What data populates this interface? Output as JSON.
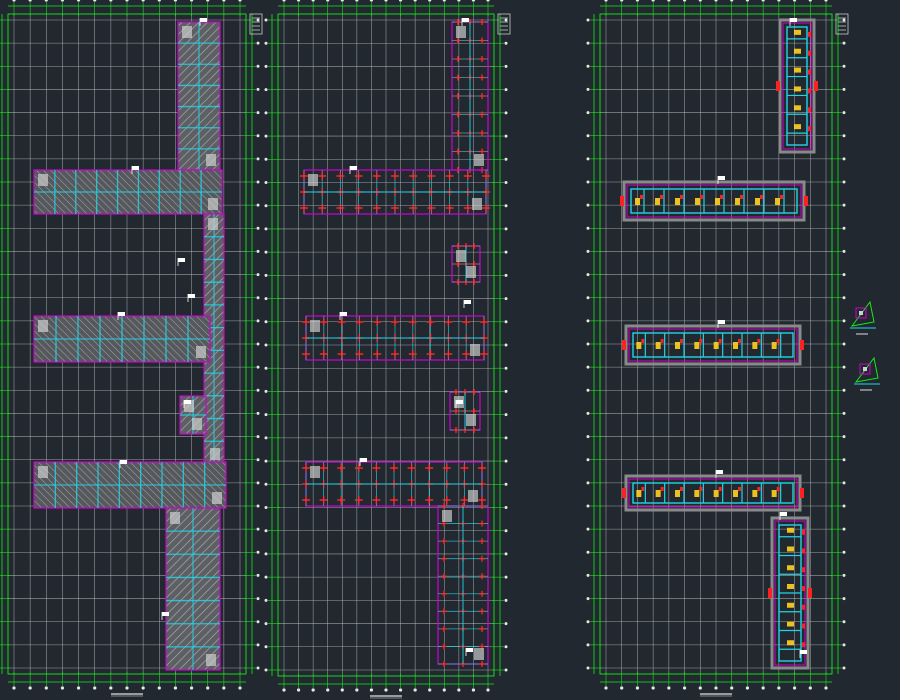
{
  "drawing": {
    "background": "#212830",
    "colors": {
      "axis": "#19e619",
      "axis_bubble": "#e8e8e8",
      "grid": "#c8c8c8",
      "wall": "#d000d0",
      "beam": "#22d3e6",
      "hatch": "#b4b4b4",
      "column": "#ff3030",
      "text_mark": "#ffffff",
      "tag_red": "#ff2020",
      "tag_yellow": "#ffd21f"
    },
    "sheets": [
      {
        "id": "sheet-1",
        "fill_style": "hatched-slab"
      },
      {
        "id": "sheet-2",
        "fill_style": "column-layout"
      },
      {
        "id": "sheet-3",
        "fill_style": "beam-outline"
      }
    ],
    "detail_icons": [
      "section-detail-icon-1",
      "section-detail-icon-2"
    ]
  }
}
